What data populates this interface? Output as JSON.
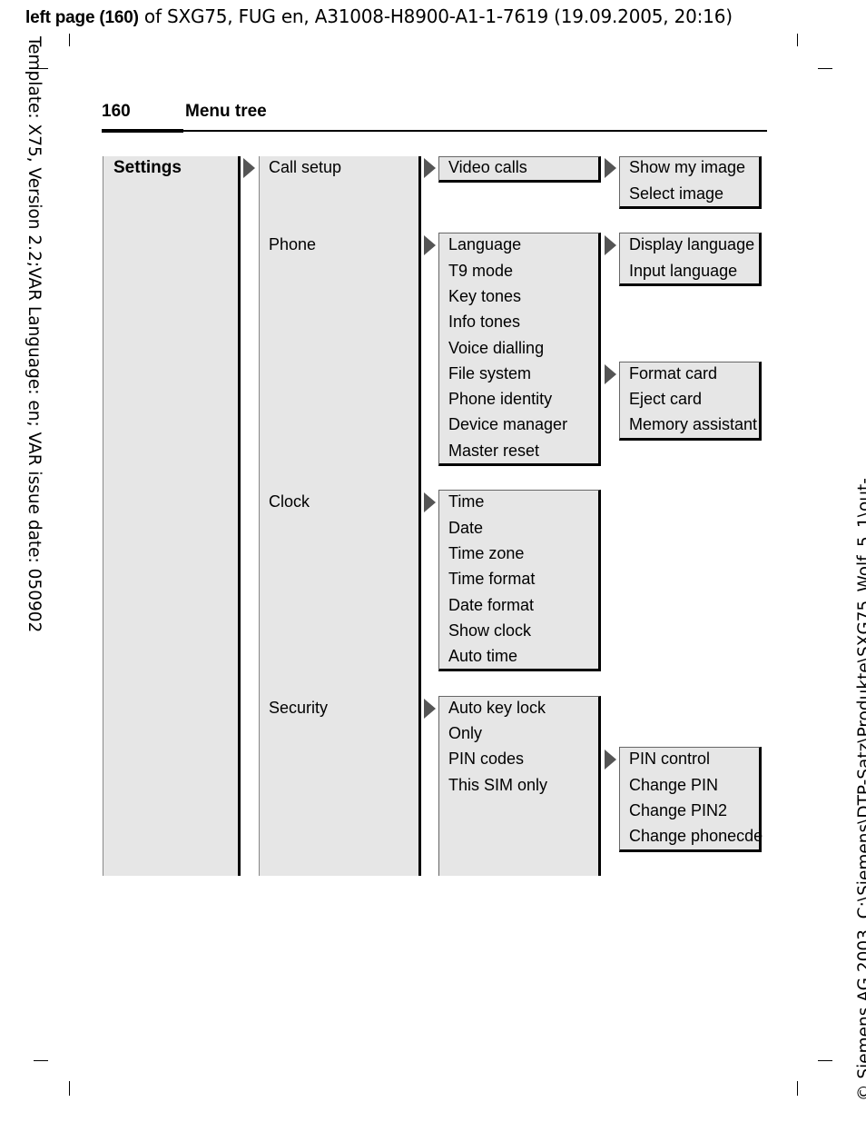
{
  "header": {
    "bold_part": "left page (160)",
    "rest": " of SXG75, FUG en, A31008-H8900-A1-1-7619 (19.09.2005, 20:16)"
  },
  "margins": {
    "left_vertical": "Template: X75, Version 2.2;VAR Language: en; VAR issue date: 050902",
    "right_vertical": "© Siemens AG 2003, C:\\Siemens\\DTP-Satz\\Produkte\\SXG75_Wolf_5_1\\out-"
  },
  "page": {
    "number": "160",
    "title": "Menu tree"
  },
  "menu": {
    "root": "Settings",
    "level2": [
      "Call setup",
      "Phone",
      "Clock",
      "Security"
    ],
    "call_setup": [
      "Video calls"
    ],
    "video_calls": [
      "Show my image",
      "Select image"
    ],
    "phone": [
      "Language",
      "T9 mode",
      "Key tones",
      "Info tones",
      "Voice dialling",
      "File system",
      "Phone identity",
      "Device manager",
      "Master reset"
    ],
    "language": [
      "Display language",
      "Input language"
    ],
    "file_system": [
      "Format card",
      "Eject card",
      "Memory assistant"
    ],
    "clock": [
      "Time",
      "Date",
      "Time zone",
      "Time format",
      "Date format",
      "Show clock",
      "Auto time"
    ],
    "security": [
      "Auto key lock",
      "Only",
      "PIN codes",
      "This SIM only"
    ],
    "pin_codes": [
      "PIN control",
      "Change PIN",
      "Change PIN2",
      "Change phonecde"
    ]
  }
}
